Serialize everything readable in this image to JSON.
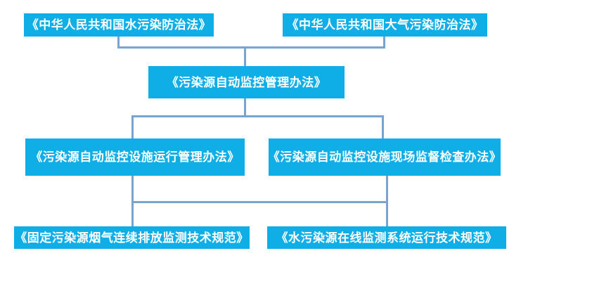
{
  "diagram": {
    "type": "flowchart",
    "nodes": [
      {
        "id": "water-pollution-law",
        "label": "《中华人民共和国水污染防治法》",
        "level": 1
      },
      {
        "id": "air-pollution-law",
        "label": "《中华人民共和国大气污染防治法》",
        "level": 1
      },
      {
        "id": "auto-monitoring-measures",
        "label": "《污染源自动监控管理办法》",
        "level": 2
      },
      {
        "id": "facility-operation-measures",
        "label": "《污染源自动监控设施运行管理办法》",
        "level": 3
      },
      {
        "id": "onsite-inspection-measures",
        "label": "《污染源自动监控设施现场监督检查办法》",
        "level": 3
      },
      {
        "id": "flue-gas-cems-spec",
        "label": "《固定污染源烟气连续排放监测技术规范》",
        "level": 4
      },
      {
        "id": "water-online-monitoring-spec",
        "label": "《水污染源在线监测系统运行技术规范》",
        "level": 4
      }
    ],
    "edges": [
      {
        "from": "water-pollution-law",
        "to": "auto-monitoring-measures"
      },
      {
        "from": "air-pollution-law",
        "to": "auto-monitoring-measures"
      },
      {
        "from": "auto-monitoring-measures",
        "to": "facility-operation-measures"
      },
      {
        "from": "auto-monitoring-measures",
        "to": "onsite-inspection-measures"
      },
      {
        "from": "facility-operation-measures",
        "to": "flue-gas-cems-spec"
      },
      {
        "from": "onsite-inspection-measures",
        "to": "water-online-monitoring-spec"
      }
    ],
    "colors": {
      "node_fill": "#0FAEE6",
      "node_text": "#FFFFFF",
      "connector": "#7AA4CE",
      "background": "#FFFFFF"
    }
  }
}
